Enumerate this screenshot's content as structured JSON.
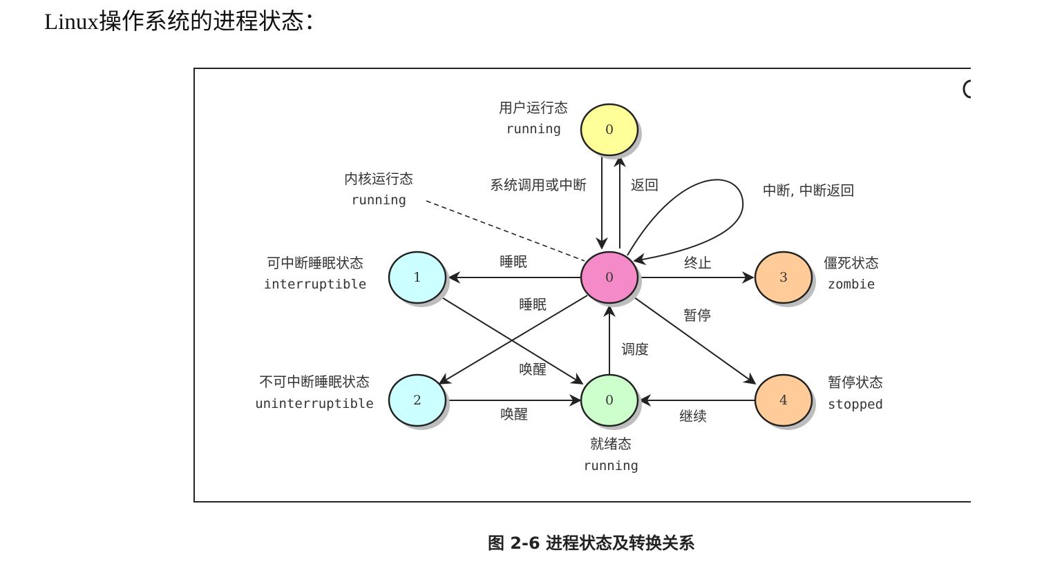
{
  "heading": "Linux操作系统的进程状态：",
  "caption": "图 2-6 进程状态及转换关系",
  "colors": {
    "user_running": "#ffff99",
    "kernel_running": "#f58ac8",
    "interruptible": "#ccffff",
    "uninterruptible": "#ccffff",
    "ready": "#ccffcc",
    "zombie": "#ffcc99",
    "stopped": "#ffcc99"
  },
  "states": {
    "user_running": {
      "number": "0",
      "cn": "用户运行态",
      "en": "running"
    },
    "kernel_running": {
      "number": "0",
      "cn": "内核运行态",
      "en": "running"
    },
    "interruptible": {
      "number": "1",
      "cn": "可中断睡眠状态",
      "en": "interruptible"
    },
    "uninterruptible": {
      "number": "2",
      "cn": "不可中断睡眠状态",
      "en": "uninterruptible"
    },
    "ready": {
      "number": "0",
      "cn": "就绪态",
      "en": "running"
    },
    "zombie": {
      "number": "3",
      "cn": "僵死状态",
      "en": "zombie"
    },
    "stopped": {
      "number": "4",
      "cn": "暂停状态",
      "en": "stopped"
    }
  },
  "transitions": {
    "syscall": "系统调用或中断",
    "return": "返回",
    "interrupt_loop": "中断, 中断返回",
    "sleep_interruptible": "睡眠",
    "sleep_uninterruptible": "睡眠",
    "terminate": "终止",
    "pause": "暂停",
    "schedule": "调度",
    "wakeup_interruptible": "唤醒",
    "wakeup_uninterruptible": "唤醒",
    "continue": "继续"
  }
}
